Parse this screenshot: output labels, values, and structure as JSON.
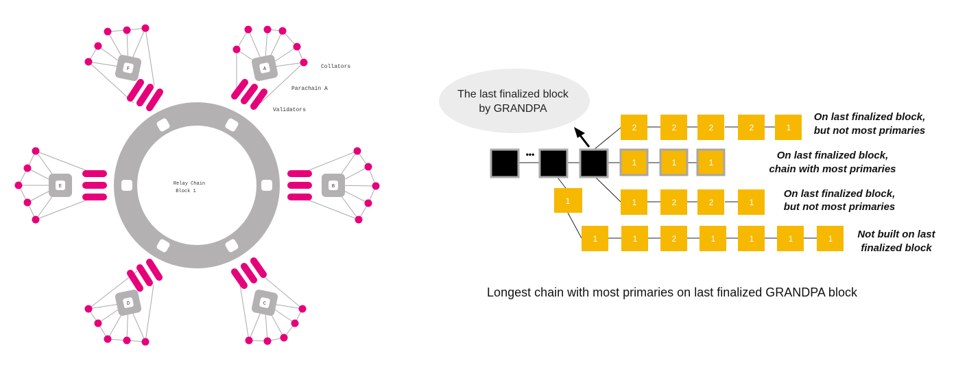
{
  "relay": {
    "center_label_line1": "Relay Chain",
    "center_label_line2": "Block 1",
    "parachains": [
      "A",
      "B",
      "C",
      "D",
      "E",
      "F"
    ],
    "legend": {
      "collators": "Collators",
      "parachain": "Parachain A",
      "validators": "Validators"
    }
  },
  "grandpa": {
    "bubble_line1": "The last finalized block",
    "bubble_line2": "by GRANDPA",
    "dots": "•••",
    "caption": "Longest chain with most primaries on last finalized GRANDPA block",
    "rows": [
      {
        "blocks": [
          "2",
          "2",
          "2",
          "2",
          "1"
        ],
        "label_line1": "On last finalized block,",
        "label_line2": "but not most primaries"
      },
      {
        "blocks": [
          "1",
          "1",
          "1"
        ],
        "label_line1": "On last finalized block,",
        "label_line2": "chain with most primaries"
      },
      {
        "blocks": [
          "1",
          "2",
          "2",
          "1"
        ],
        "label_line1": "On last finalized block,",
        "label_line2": "but not most primaries"
      },
      {
        "blocks": [
          "1",
          "1",
          "2",
          "1",
          "1",
          "1",
          "1"
        ],
        "label_line1": "Not built on last",
        "label_line2": "finalized block"
      }
    ],
    "fork_block": "1"
  },
  "colors": {
    "relay_gray": "#b3b1b1",
    "collator_pink": "#e6007a",
    "block_yellow": "#f6b800",
    "block_black": "#000000"
  }
}
